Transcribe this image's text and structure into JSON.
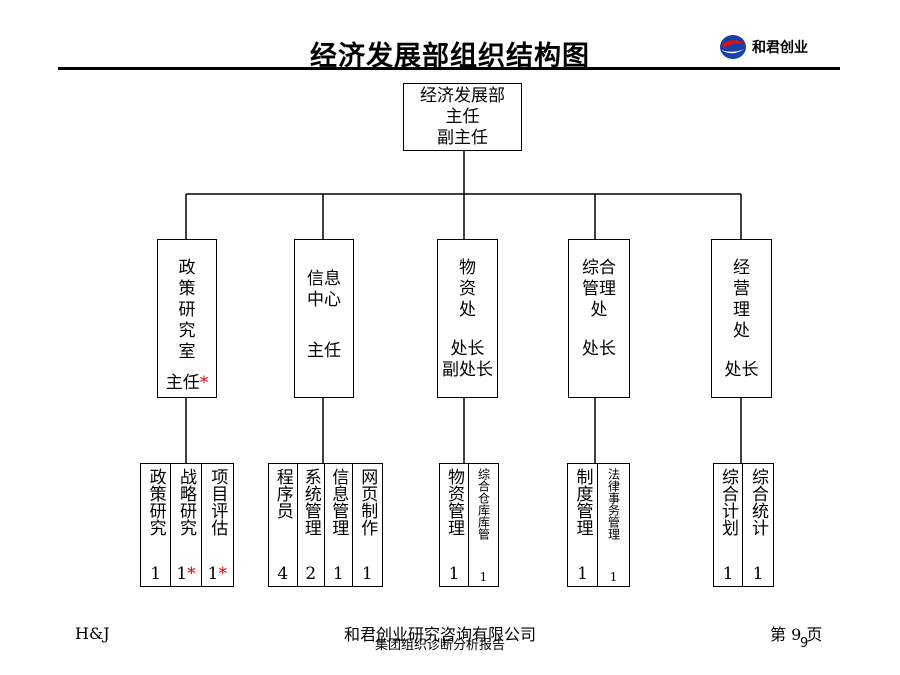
{
  "header": {
    "title": "经济发展部组织结构图",
    "logo_text": "和君创业"
  },
  "top": {
    "lines": "经济发展部\n主任\n副主任"
  },
  "departments": [
    {
      "name": "政\n策\n研\n究\n室",
      "head": "主任",
      "head_mark": "*",
      "leaves": [
        {
          "name": "政策研究",
          "count": "1",
          "mark": ""
        },
        {
          "name": "战略研究",
          "count": "1",
          "mark": "*"
        },
        {
          "name": "项目评估",
          "count": "1",
          "mark": "*"
        }
      ]
    },
    {
      "name": "信息\n中心",
      "head": "主任",
      "head_mark": "",
      "leaves": [
        {
          "name": "程序员",
          "count": "4",
          "mark": ""
        },
        {
          "name": "系统管理",
          "count": "2",
          "mark": ""
        },
        {
          "name": "信息管理",
          "count": "1",
          "mark": ""
        },
        {
          "name": "网页制作",
          "count": "1",
          "mark": ""
        }
      ]
    },
    {
      "name": "物\n资\n处",
      "head": "处长\n副处长",
      "head_mark": "",
      "leaves": [
        {
          "name": "物资管理",
          "count": "1",
          "mark": ""
        },
        {
          "name": "综合仓库库管",
          "count": "1",
          "mark": ""
        }
      ]
    },
    {
      "name": "综合\n管理\n处",
      "head": "处长",
      "head_mark": "",
      "leaves": [
        {
          "name": "制度管理",
          "count": "1",
          "mark": ""
        },
        {
          "name": "法律事务管理",
          "count": "1",
          "mark": ""
        }
      ]
    },
    {
      "name": "经\n营\n理\n处",
      "head": "处长",
      "head_mark": "",
      "leaves": [
        {
          "name": "综合计划",
          "count": "1",
          "mark": ""
        },
        {
          "name": "综合统计",
          "count": "1",
          "mark": ""
        }
      ]
    }
  ],
  "footer": {
    "left": "H&J",
    "center": "和君创业研究咨询有限公司",
    "center_overlay": "集团组织诊断分析报告",
    "right": "第 9 页",
    "right_overlay": "9"
  }
}
